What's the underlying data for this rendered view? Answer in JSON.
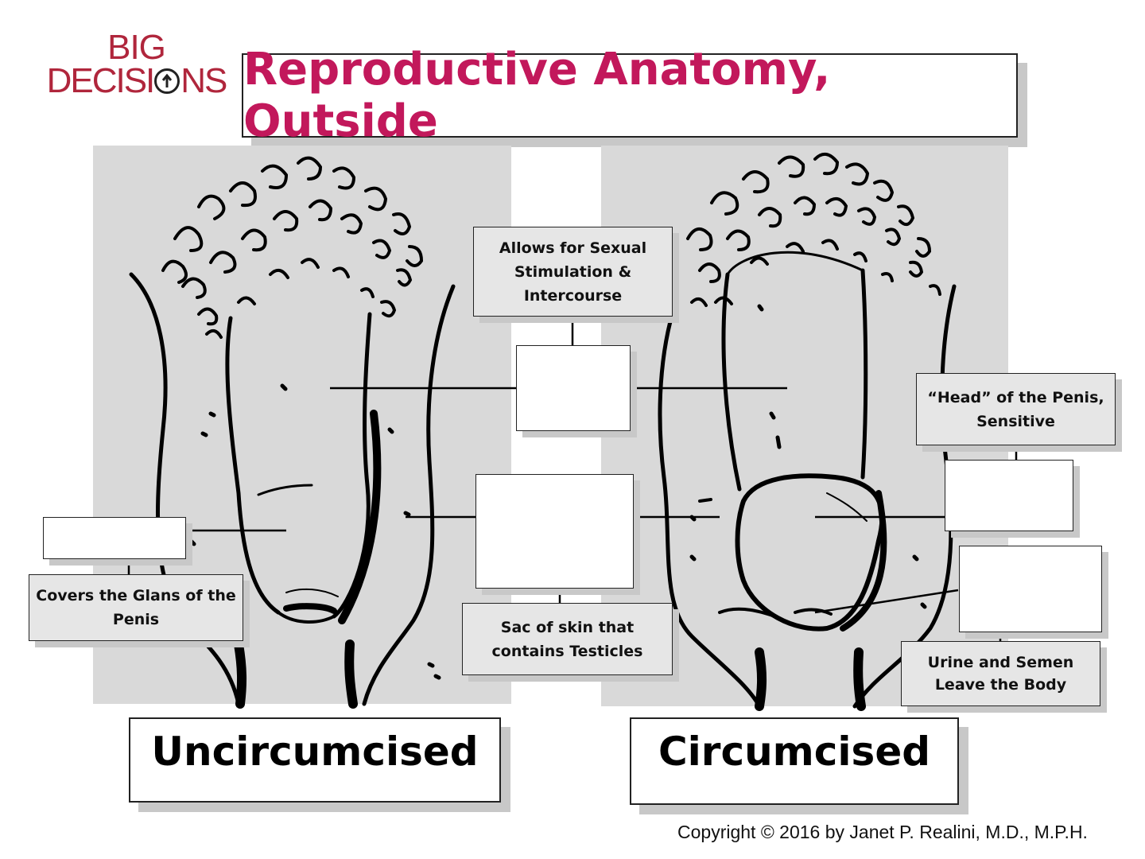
{
  "logo": {
    "line1": "BIG",
    "line2_left": "DECISI",
    "line2_right": "NS",
    "arrow_icon": "up-arrow-circle-icon"
  },
  "title": "Reproductive Anatomy, Outside",
  "labels": {
    "shaft_function": "Allows for Sexual Stimulation & Intercourse",
    "foreskin_function": "Covers the Glans of the Penis",
    "scrotum_function": "Sac of skin that contains Testicles",
    "glans_function": "“Head” of the Penis, Sensitive",
    "urethra_function": "Urine and Semen Leave the Body"
  },
  "captions": {
    "left": "Uncircumcised",
    "right": "Circumcised"
  },
  "copyright": "Copyright © 2016 by Janet P. Realini, M.D., M.P.H.",
  "colors": {
    "title": "#c2185b",
    "logo": "#b0263c",
    "panel": "#d9d9d9",
    "label_fill": "#e6e6e6",
    "shadow": "#c8c8c8"
  }
}
